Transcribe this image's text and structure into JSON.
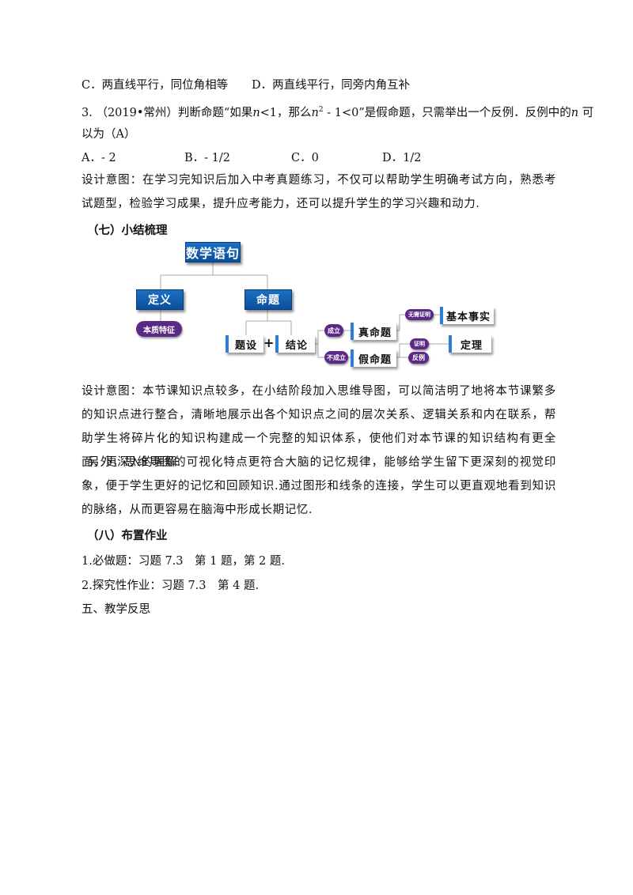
{
  "lines": {
    "option_cd": {
      "c": "C．两直线平行，同位角相等",
      "d": "D．两直线平行，同旁内角互补"
    },
    "q3_part1": "3. （2019•常州）判断命题“如果",
    "q3_n1": "n",
    "q3_part2": "<1，那么",
    "q3_n2": "n",
    "q3_sup": "2",
    "q3_part3": " - 1<0”是假命题，只需举出一个反例．反例中的",
    "q3_n3": "n",
    "q3_part4": " 可",
    "q3_line2": "以为（A）",
    "q3_options": {
      "a": "A．- 2",
      "b": "B．- 1/2",
      "c": "C．0",
      "d": "D．1/2"
    }
  },
  "design1": "设计意图：在学习完知识后加入中考真题练习，不仅可以帮助学生明确考试方向，熟悉考试题型，检验学习成果，提升应考能力，还可以提升学生的学习兴趣和动力.",
  "section7_heading": "（七）小结梳理",
  "mindmap": {
    "root": "数学语句",
    "definition": "定义",
    "proposition": "命题",
    "essential_feature": "本质特征",
    "condition": "题设",
    "plus": "+",
    "conclusion": "结论",
    "established": "成立",
    "not_established": "不成立",
    "true_prop": "真命题",
    "false_prop": "假命题",
    "no_proof": "无需证明",
    "proof": "证明",
    "counterexample": "反例",
    "basic_fact": "基本事实",
    "theorem": "定理"
  },
  "design2": "设计意图：本节课知识点较多，在小结阶段加入思维导图，可以简洁明了地将本节课繁多的知识点进行整合，清晰地展示出各个知识点之间的层次关系、逻辑关系和内在联系，帮助学生将碎片化的知识构建成一个完整的知识体系，使他们对本节课的知识结构有更全面、更深入的理解.",
  "design3": "另外，思维导图的可视化特点更符合大脑的记忆规律，能够给学生留下更深刻的视觉印象，便于学生更好的记忆和回顾知识.通过图形和线条的连接，学生可以更直观地看到知识的脉络，从而更容易在脑海中形成长期记忆.",
  "section8_heading": "（八）布置作业",
  "hw1": "1.必做题：习题 7.3　第 1 题，第 2 题.",
  "hw2": "2.探究性作业：习题 7.3　第 4 题.",
  "section5": "五、教学反思",
  "colors": {
    "box_blue": "#0b4f9c",
    "pill_purple": "#5b2a86",
    "line_gray": "#aaaaaa"
  }
}
